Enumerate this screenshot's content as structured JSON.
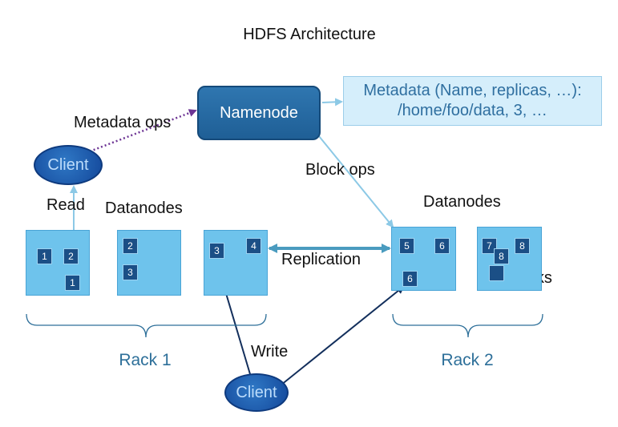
{
  "title": "HDFS Architecture",
  "namenode": {
    "label": "Namenode"
  },
  "metadata": {
    "line1": "Metadata (Name, replicas, …):",
    "line2": "/home/foo/data, 3, …"
  },
  "labels": {
    "metadata_ops": "Metadata ops",
    "block_ops": "Block ops",
    "read": "Read",
    "write": "Write",
    "replication": "Replication",
    "blocks": "Blocks",
    "datanodes_left": "Datanodes",
    "datanodes_right": "Datanodes"
  },
  "clients": {
    "top": "Client",
    "bottom": "Client"
  },
  "racks": [
    {
      "label": "Rack 1",
      "datanodes": [
        {
          "blocks": [
            "1",
            "2",
            "1"
          ]
        },
        {
          "blocks": [
            "2",
            "3"
          ]
        },
        {
          "blocks": [
            "3",
            "4"
          ]
        }
      ]
    },
    {
      "label": "Rack 2",
      "datanodes": [
        {
          "blocks": [
            "5",
            "6",
            "6"
          ]
        },
        {
          "blocks": [
            "7",
            "8",
            "8",
            ""
          ]
        }
      ]
    }
  ],
  "colors": {
    "namenode": "#1f5f96",
    "client": "#13479a",
    "datanode": "#6ec3ec",
    "block": "#1b4f86",
    "metadata_box": "#d5eefb",
    "rack_label": "#2d6f99",
    "replication_arrow": "#4a9bbf",
    "metadata_arrow": "#7a3aa0",
    "write_arrow": "#132f5c"
  }
}
